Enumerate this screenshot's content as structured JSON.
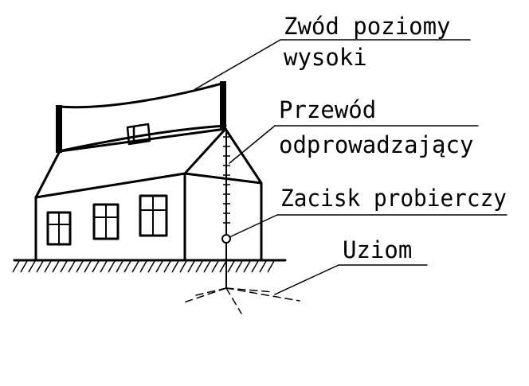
{
  "labels": {
    "horizontal_conductor_line1": "Zwód poziomy",
    "horizontal_conductor_line2": "wysoki",
    "down_conductor_line1": "Przewód",
    "down_conductor_line2": "odprowadzający",
    "test_clamp": "Zacisk probierczy",
    "earth_electrode": "Uziom"
  },
  "colors": {
    "ink": "#000000",
    "background": "#ffffff"
  }
}
